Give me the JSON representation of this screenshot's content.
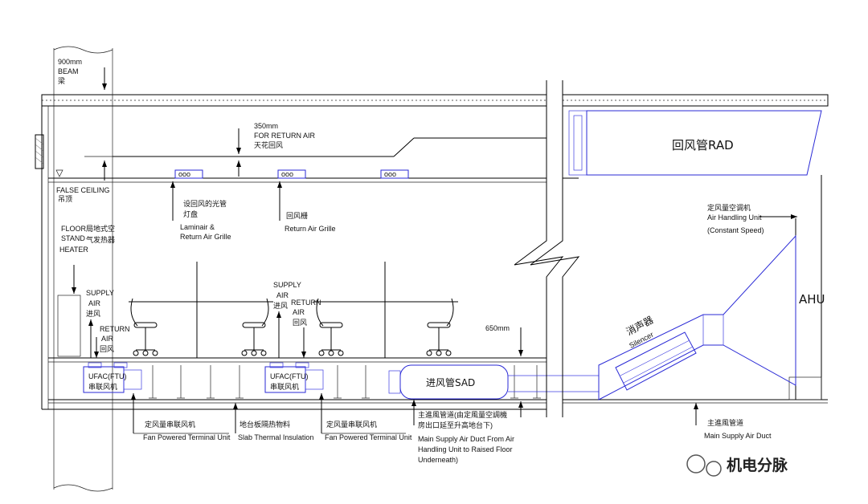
{
  "labels": {
    "beam": [
      "900mm",
      "BEAM",
      "梁"
    ],
    "return_air_gap": [
      "350mm",
      "FOR RETURN AIR",
      "天花回风"
    ],
    "false_ceiling": [
      "FALSE CEILING",
      "吊顶"
    ],
    "floor_heater": [
      "FLOOR",
      "STAND",
      "HEATER"
    ],
    "floor_heater_cn": [
      "局地式空",
      "气发热器"
    ],
    "supply_air_left": [
      "SUPPLY",
      "AIR",
      "进风"
    ],
    "return_air_left": [
      "RETURN",
      "AIR",
      "回风"
    ],
    "supply_air_mid": [
      "SUPPLY",
      "AIR",
      "进风"
    ],
    "return_air_mid": [
      "RETURN",
      "AIR",
      "回风"
    ],
    "laminair": [
      "设回风的光管",
      "灯盘",
      "Laminair &",
      "Return Air Grille"
    ],
    "return_grille": [
      "回风栅",
      "Return Air Grille"
    ],
    "rad": "回风管RAD",
    "ahu_unit": [
      "定风量空调机",
      "Air Handling Unit",
      "(Constant Speed)"
    ],
    "ahu": "AHU",
    "silencer": [
      "消声器",
      "Silencer"
    ],
    "raised_floor": "650mm",
    "sad": "进风管SAD",
    "ufac_left": [
      "UFAC(FTU)",
      "串联风机"
    ],
    "ufac_mid": [
      "UFAC(FTU)",
      "串联风机"
    ],
    "fptu_left": [
      "定风量串联风机",
      "Fan Powered Terminal Unit"
    ],
    "slab_insulation": [
      "地台板隔热物料",
      "Slab Thermal Insulation"
    ],
    "fptu_right": [
      "定风量串联风机",
      "Fan Powered Terminal Unit"
    ],
    "main_supply_from_ahu": [
      "主進風管道(由定風量空調機",
      "房出口延至升高地台下)",
      "Main Supply Air Duct From Air",
      "Handling Unit to Raised Floor",
      "Underneath)"
    ],
    "main_supply_duct": [
      "主進風管道",
      "Main Supply Air Duct"
    ]
  },
  "watermark": "机电分脉",
  "colors": {
    "duct": "#2a2ad6",
    "line": "#000000"
  }
}
